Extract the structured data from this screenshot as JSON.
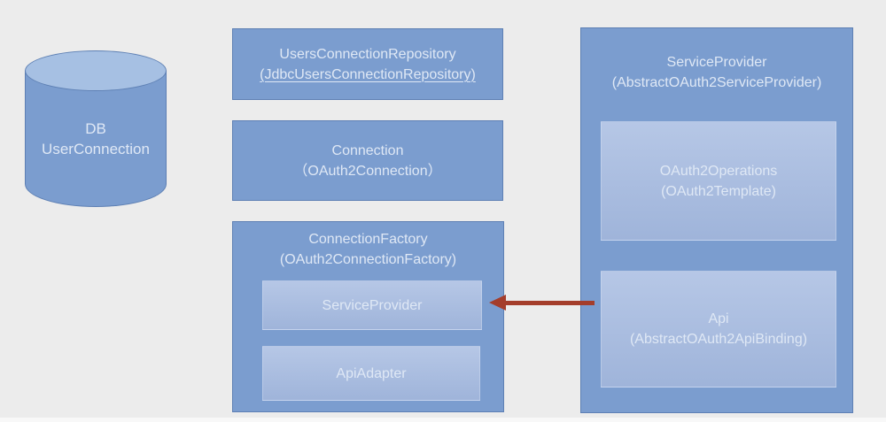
{
  "canvas": {
    "background": "#ececec"
  },
  "colors": {
    "canvas_bg": "#ececec",
    "node_fill": "#7b9dcf",
    "node_border": "#5e80b4",
    "inner_fill_top": "#b6c7e6",
    "inner_fill_bottom": "#9fb4da",
    "cylinder_top_fill": "#a6c0e3",
    "label_text": "#dfe8f5",
    "arrow": "#a43d2b"
  },
  "nodes": {
    "db": {
      "line1": "DB",
      "line2": "UserConnection"
    },
    "users_connection_repository": {
      "line1": "UsersConnectionRepository",
      "line2": "(JdbcUsersConnectionRepository)"
    },
    "connection": {
      "line1": "Connection",
      "line2": "（OAuth2Connection）"
    },
    "connection_factory": {
      "line1": "ConnectionFactory",
      "line2": "(OAuth2ConnectionFactory)"
    },
    "connection_factory_service_provider": {
      "line1": "ServiceProvider"
    },
    "connection_factory_api_adapter": {
      "line1": "ApiAdapter"
    },
    "service_provider": {
      "line1": "ServiceProvider",
      "line2": "(AbstractOAuth2ServiceProvider)"
    },
    "service_provider_oauth2_operations": {
      "line1": "OAuth2Operations",
      "line2": "(OAuth2Template)"
    },
    "service_provider_api": {
      "line1": "Api",
      "line2": "(AbstractOAuth2ApiBinding)"
    }
  },
  "arrow": {
    "from": "service_provider_api",
    "to": "connection_factory_service_provider",
    "direction": "left"
  }
}
